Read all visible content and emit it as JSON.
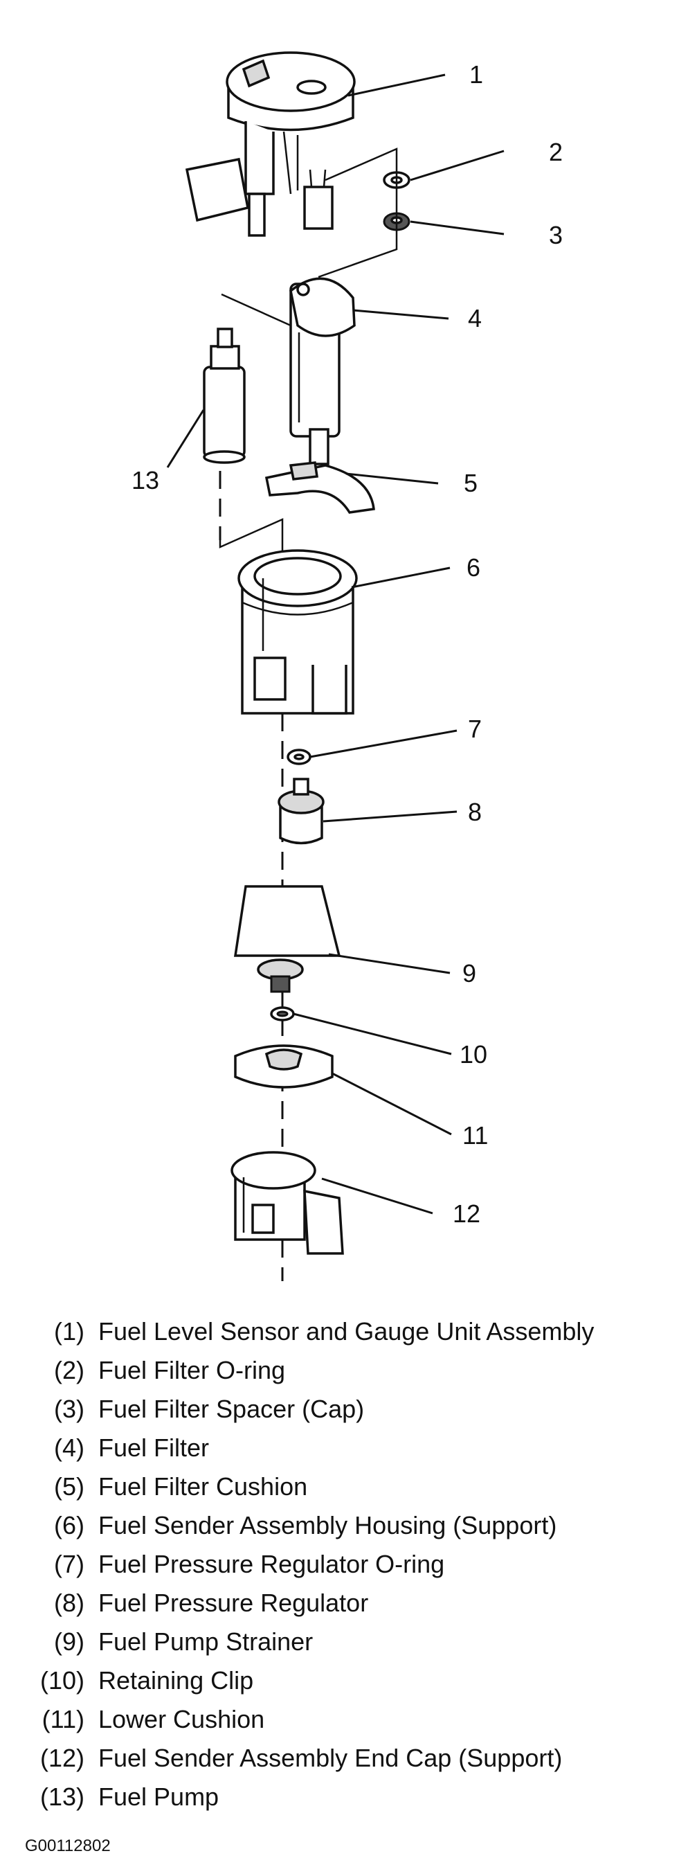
{
  "callouts": [
    "1",
    "2",
    "3",
    "4",
    "5",
    "6",
    "7",
    "8",
    "9",
    "10",
    "11",
    "12",
    "13"
  ],
  "legend": [
    {
      "num": "(1)",
      "name": "Fuel Level Sensor and Gauge Unit Assembly"
    },
    {
      "num": "(2)",
      "name": "Fuel Filter O-ring"
    },
    {
      "num": "(3)",
      "name": "Fuel Filter Spacer (Cap)"
    },
    {
      "num": "(4)",
      "name": "Fuel Filter"
    },
    {
      "num": "(5)",
      "name": "Fuel Filter Cushion"
    },
    {
      "num": "(6)",
      "name": "Fuel Sender Assembly Housing (Support)"
    },
    {
      "num": "(7)",
      "name": "Fuel Pressure Regulator O-ring"
    },
    {
      "num": "(8)",
      "name": "Fuel Pressure Regulator"
    },
    {
      "num": "(9)",
      "name": "Fuel Pump Strainer"
    },
    {
      "num": "(10)",
      "name": "Retaining Clip"
    },
    {
      "num": "(11)",
      "name": "Lower Cushion"
    },
    {
      "num": "(12)",
      "name": "Fuel Sender Assembly End Cap (Support)"
    },
    {
      "num": "(13)",
      "name": "Fuel Pump"
    }
  ],
  "figure_code": "G00112802"
}
